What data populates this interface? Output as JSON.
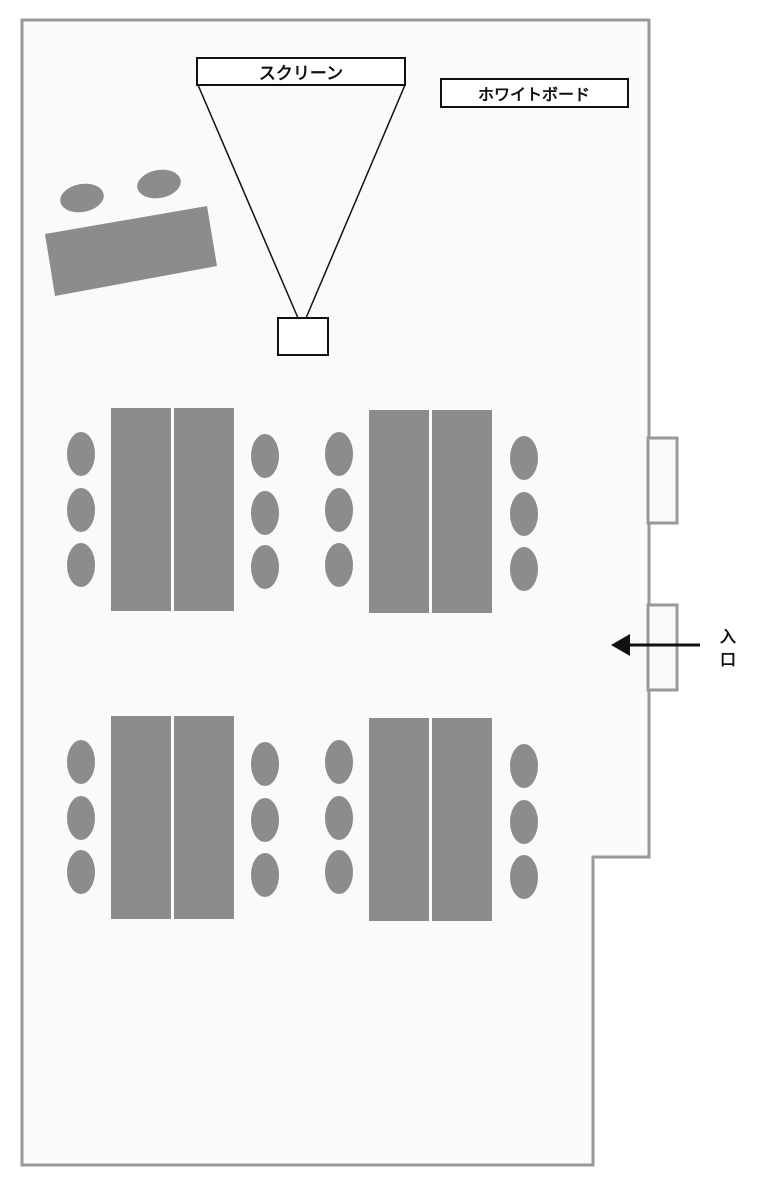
{
  "labels": {
    "screen": "スクリーン",
    "whiteboard": "ホワイトボード",
    "entrance_line1": "入",
    "entrance_line2": "口"
  },
  "colors": {
    "floor": "#fafaf8",
    "wall": "#999999",
    "furniture": "#8c8c8c",
    "outline": "#111111"
  }
}
